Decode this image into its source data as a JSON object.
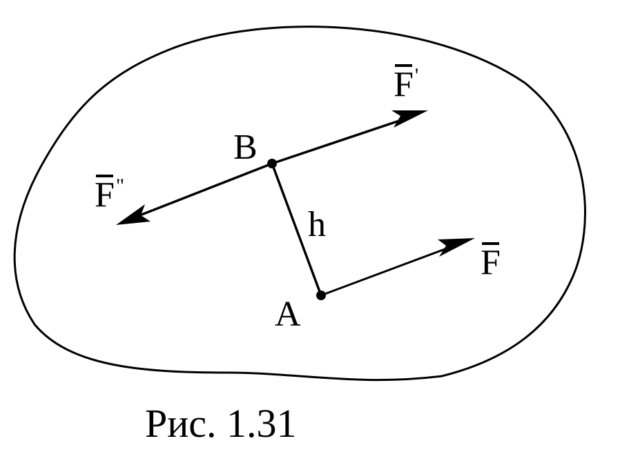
{
  "labels": {
    "B": "B",
    "A": "A",
    "h": "h",
    "F_prime_base": "F",
    "F_prime_mark": "'",
    "F_double_base": "F",
    "F_double_mark": "\"",
    "F_base": "F"
  },
  "caption": "Рис. 1.31",
  "colors": {
    "ink": "#000000",
    "background": "#ffffff"
  }
}
